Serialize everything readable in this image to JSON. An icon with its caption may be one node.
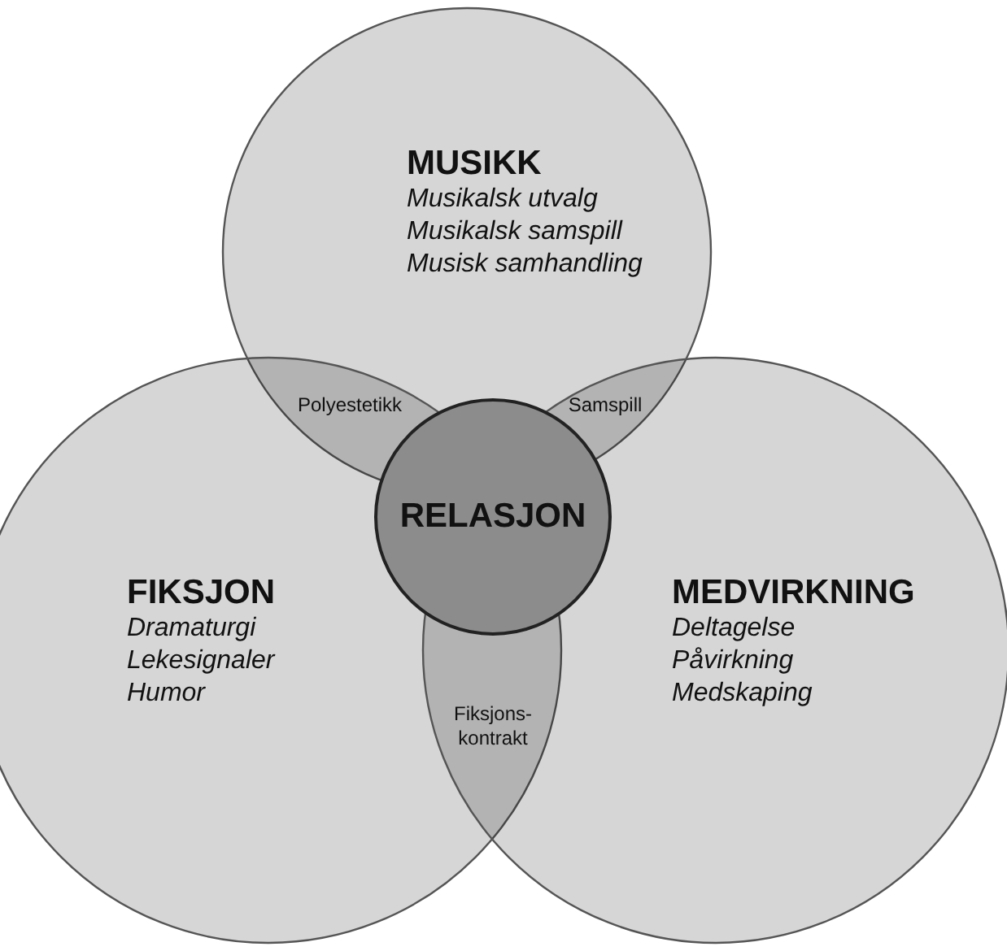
{
  "diagram": {
    "nodes": [
      {
        "text": [
          "MUSIKK",
          "Musikalsk utvalg",
          "Musikalsk samspill",
          "Musisk samhandling"
        ]
      },
      {
        "text": [
          "FIKSJON",
          "Dramaturgi",
          "Lekesignaler",
          "Humor"
        ]
      },
      {
        "text": [
          "MEDVIRKNING",
          "Deltagelse",
          "Påvirkning",
          "Medskaping"
        ]
      },
      {
        "text": [
          "RELASJON"
        ]
      }
    ],
    "edges": [],
    "labels": [
      "Polyestetikk",
      "Samspill",
      "Fiksjons-kontrakt"
    ]
  }
}
